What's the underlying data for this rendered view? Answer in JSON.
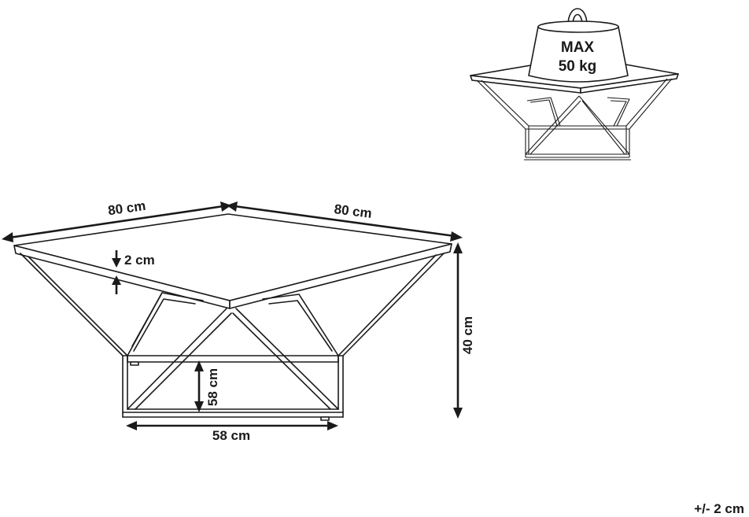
{
  "labels": {
    "width_left": "80 cm",
    "width_right": "80 cm",
    "top_thickness": "2 cm",
    "total_height": "40 cm",
    "base_height": "58 cm",
    "base_width": "58 cm",
    "max_line1": "MAX",
    "max_line2": "50 kg",
    "tolerance": "+/- 2 cm"
  },
  "icons": {
    "weight": "weight-icon",
    "table": "coffee-table-icon"
  },
  "colors": {
    "line": "#1a1a1a",
    "background": "#ffffff"
  }
}
